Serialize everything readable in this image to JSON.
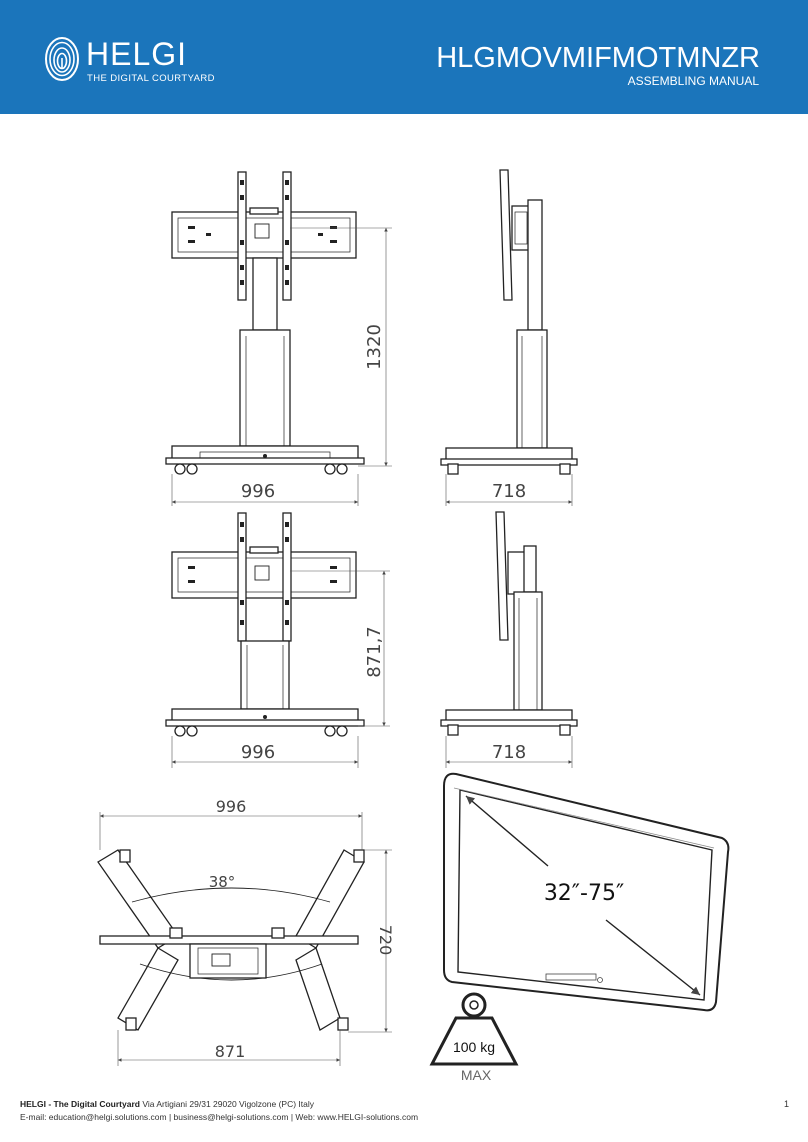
{
  "header": {
    "brand": "HELGI",
    "tagline": "THE DIGITAL COURTYARD",
    "model": "HLGMOVMIFMOTMNZR",
    "doc_type": "ASSEMBLING MANUAL",
    "background_color": "#1b75bb"
  },
  "drawings": {
    "front_tall": {
      "height_label": "1320",
      "width_label": "996"
    },
    "side_tall": {
      "depth_label": "718"
    },
    "front_short": {
      "height_label": "871,7",
      "width_label": "996"
    },
    "side_short": {
      "depth_label": "718"
    },
    "top_view": {
      "top_width_label": "996",
      "angle_label": "38°",
      "depth_label": "720",
      "bottom_width_label": "871"
    },
    "screen": {
      "size_label": "32″-75″"
    },
    "weight": {
      "load_label": "100 kg",
      "max_label": "MAX"
    }
  },
  "footer": {
    "company": "HELGI - The Digital Courtyard",
    "address": " Via Artigiani 29/31 29020 Vigolzone (PC) Italy",
    "contacts": "E-mail: education@helgi.solutions.com | business@helgi-solutions.com | Web: www.HELGI-solutions.com",
    "page_number": "1"
  }
}
